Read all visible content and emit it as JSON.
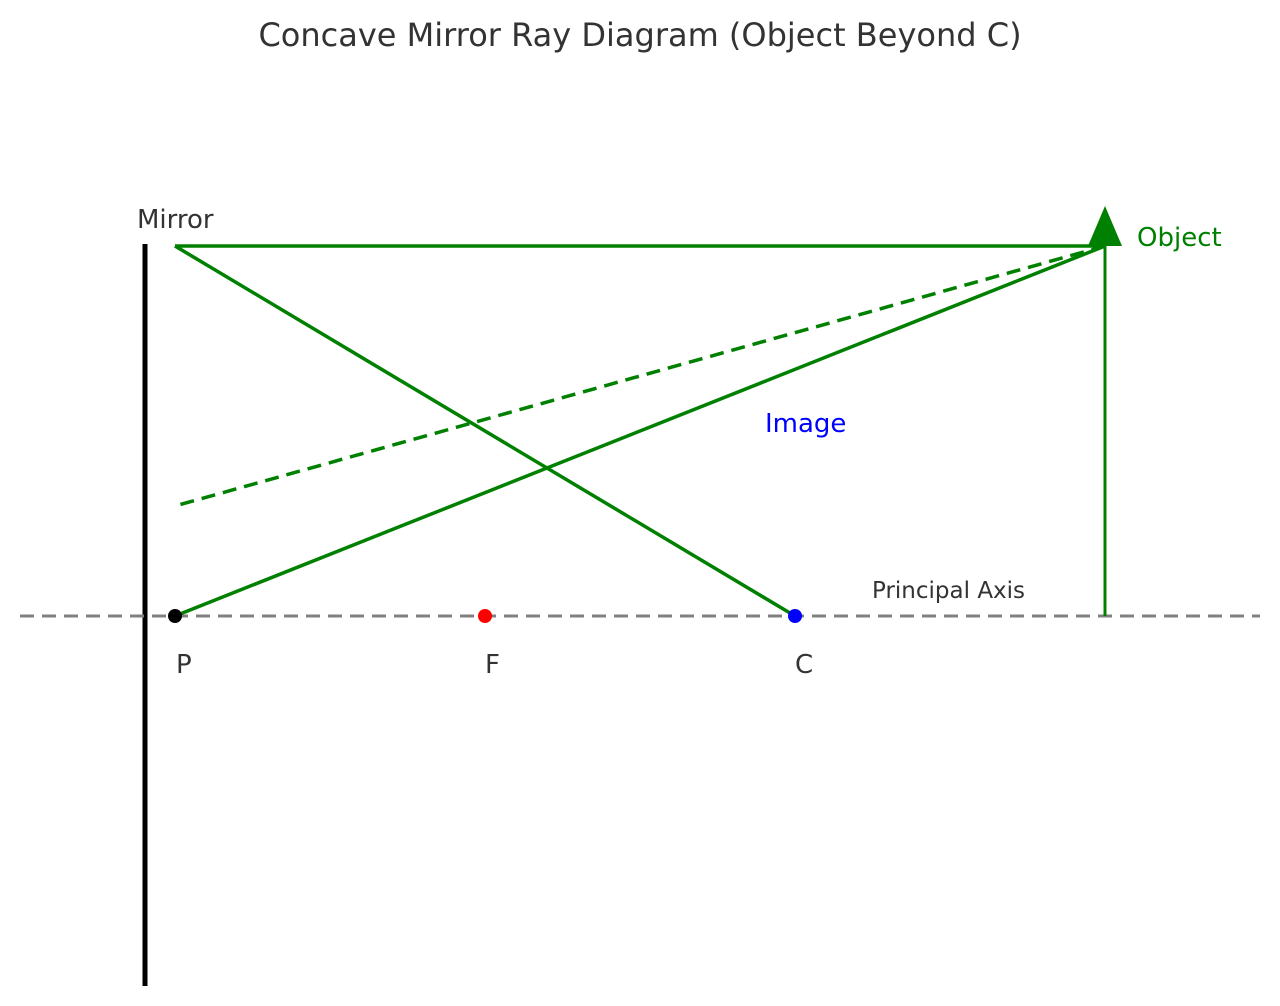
{
  "diagram": {
    "title": "Concave Mirror Ray Diagram (Object Beyond C)",
    "mirror_label": "Mirror",
    "object_label": "Object",
    "image_label": "Image",
    "axis_label": "Principal Axis",
    "points": {
      "p": "P",
      "f": "F",
      "c": "C"
    },
    "colors": {
      "mirror": "#000000",
      "axis": "#808080",
      "rays": "#008000",
      "object": "#008000",
      "pole": "#000000",
      "focus": "#ff0000",
      "center": "#0000ff",
      "image_text": "#0000ff",
      "text": "#333333"
    }
  }
}
